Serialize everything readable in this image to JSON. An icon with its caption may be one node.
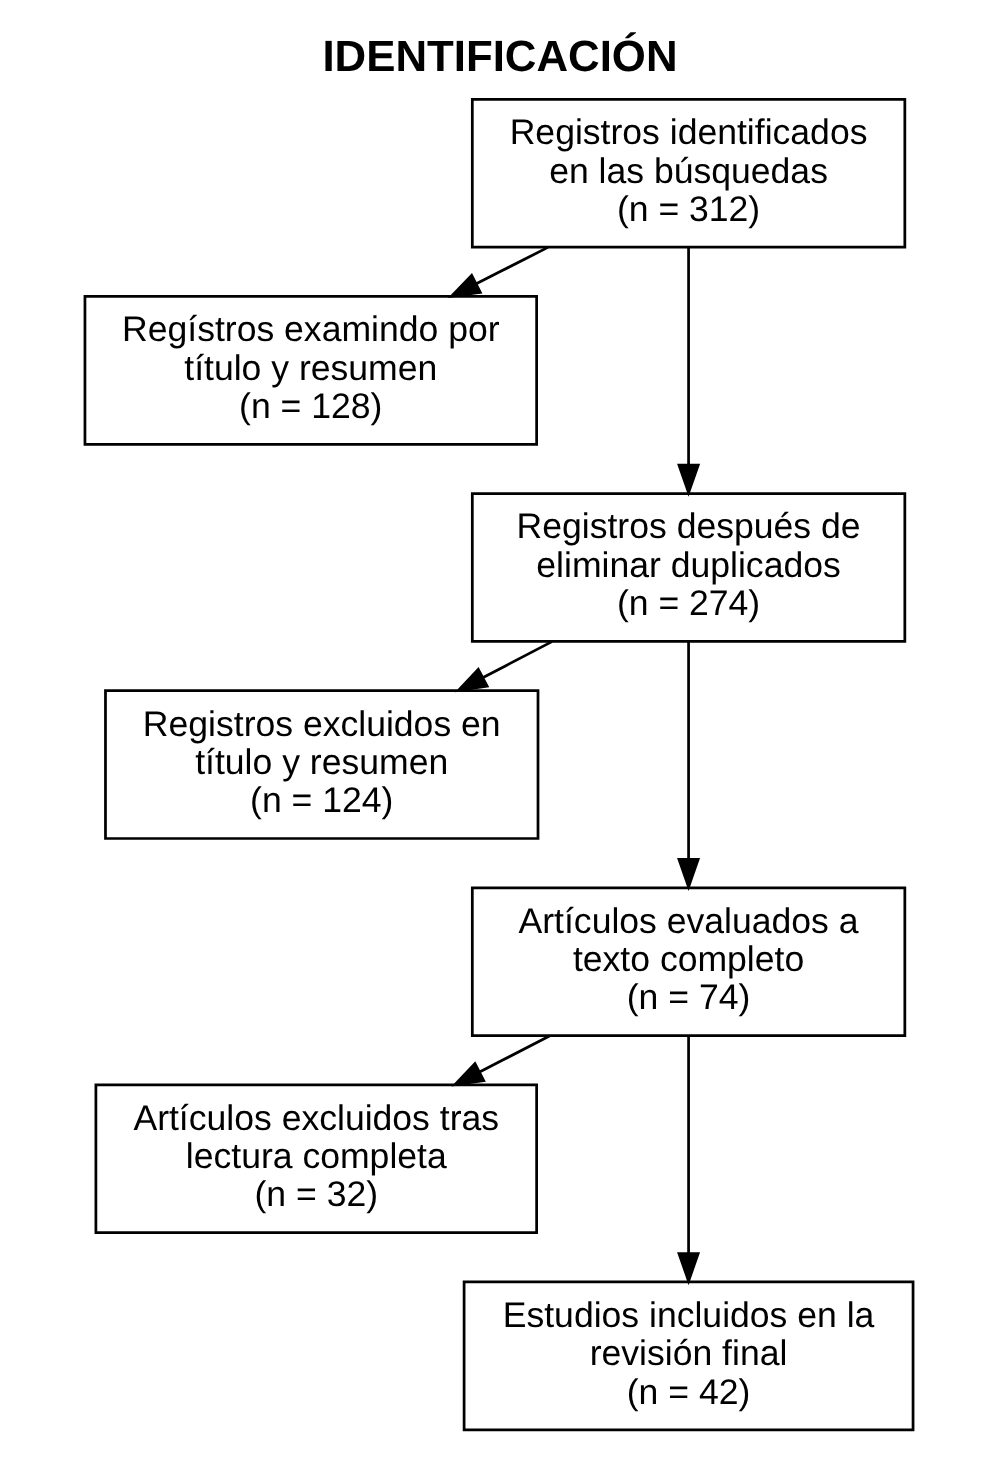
{
  "diagram": {
    "title": "IDENTIFICACIÓN",
    "nodes": [
      {
        "text": [
          "Registros identificados en las búsquedas",
          "(n = 312)"
        ]
      },
      {
        "text": [
          "Regístros examindo por título y resumen",
          "(n = 128)"
        ]
      },
      {
        "text": [
          "Registros después de eliminar duplicados",
          "(n = 274)"
        ]
      },
      {
        "text": [
          "Registros excluidos en título y resumen",
          "(n = 124)"
        ]
      },
      {
        "text": [
          "Artículos evaluados a texto completo",
          "(n = 74)"
        ]
      },
      {
        "text": [
          "Artículos excluidos tras lectura completa",
          "(n = 32)"
        ]
      },
      {
        "text": [
          "Estudios incluidos en la revisión final",
          "(n = 42)"
        ]
      }
    ],
    "edges": [
      {
        "from": 0,
        "to": 2,
        "arrow": "to"
      },
      {
        "from": 0,
        "to": 1,
        "arrow": "to"
      },
      {
        "from": 2,
        "to": 4,
        "arrow": "to"
      },
      {
        "from": 2,
        "to": 3,
        "arrow": "to"
      },
      {
        "from": 4,
        "to": 6,
        "arrow": "to"
      },
      {
        "from": 4,
        "to": 5,
        "arrow": "to"
      }
    ]
  }
}
